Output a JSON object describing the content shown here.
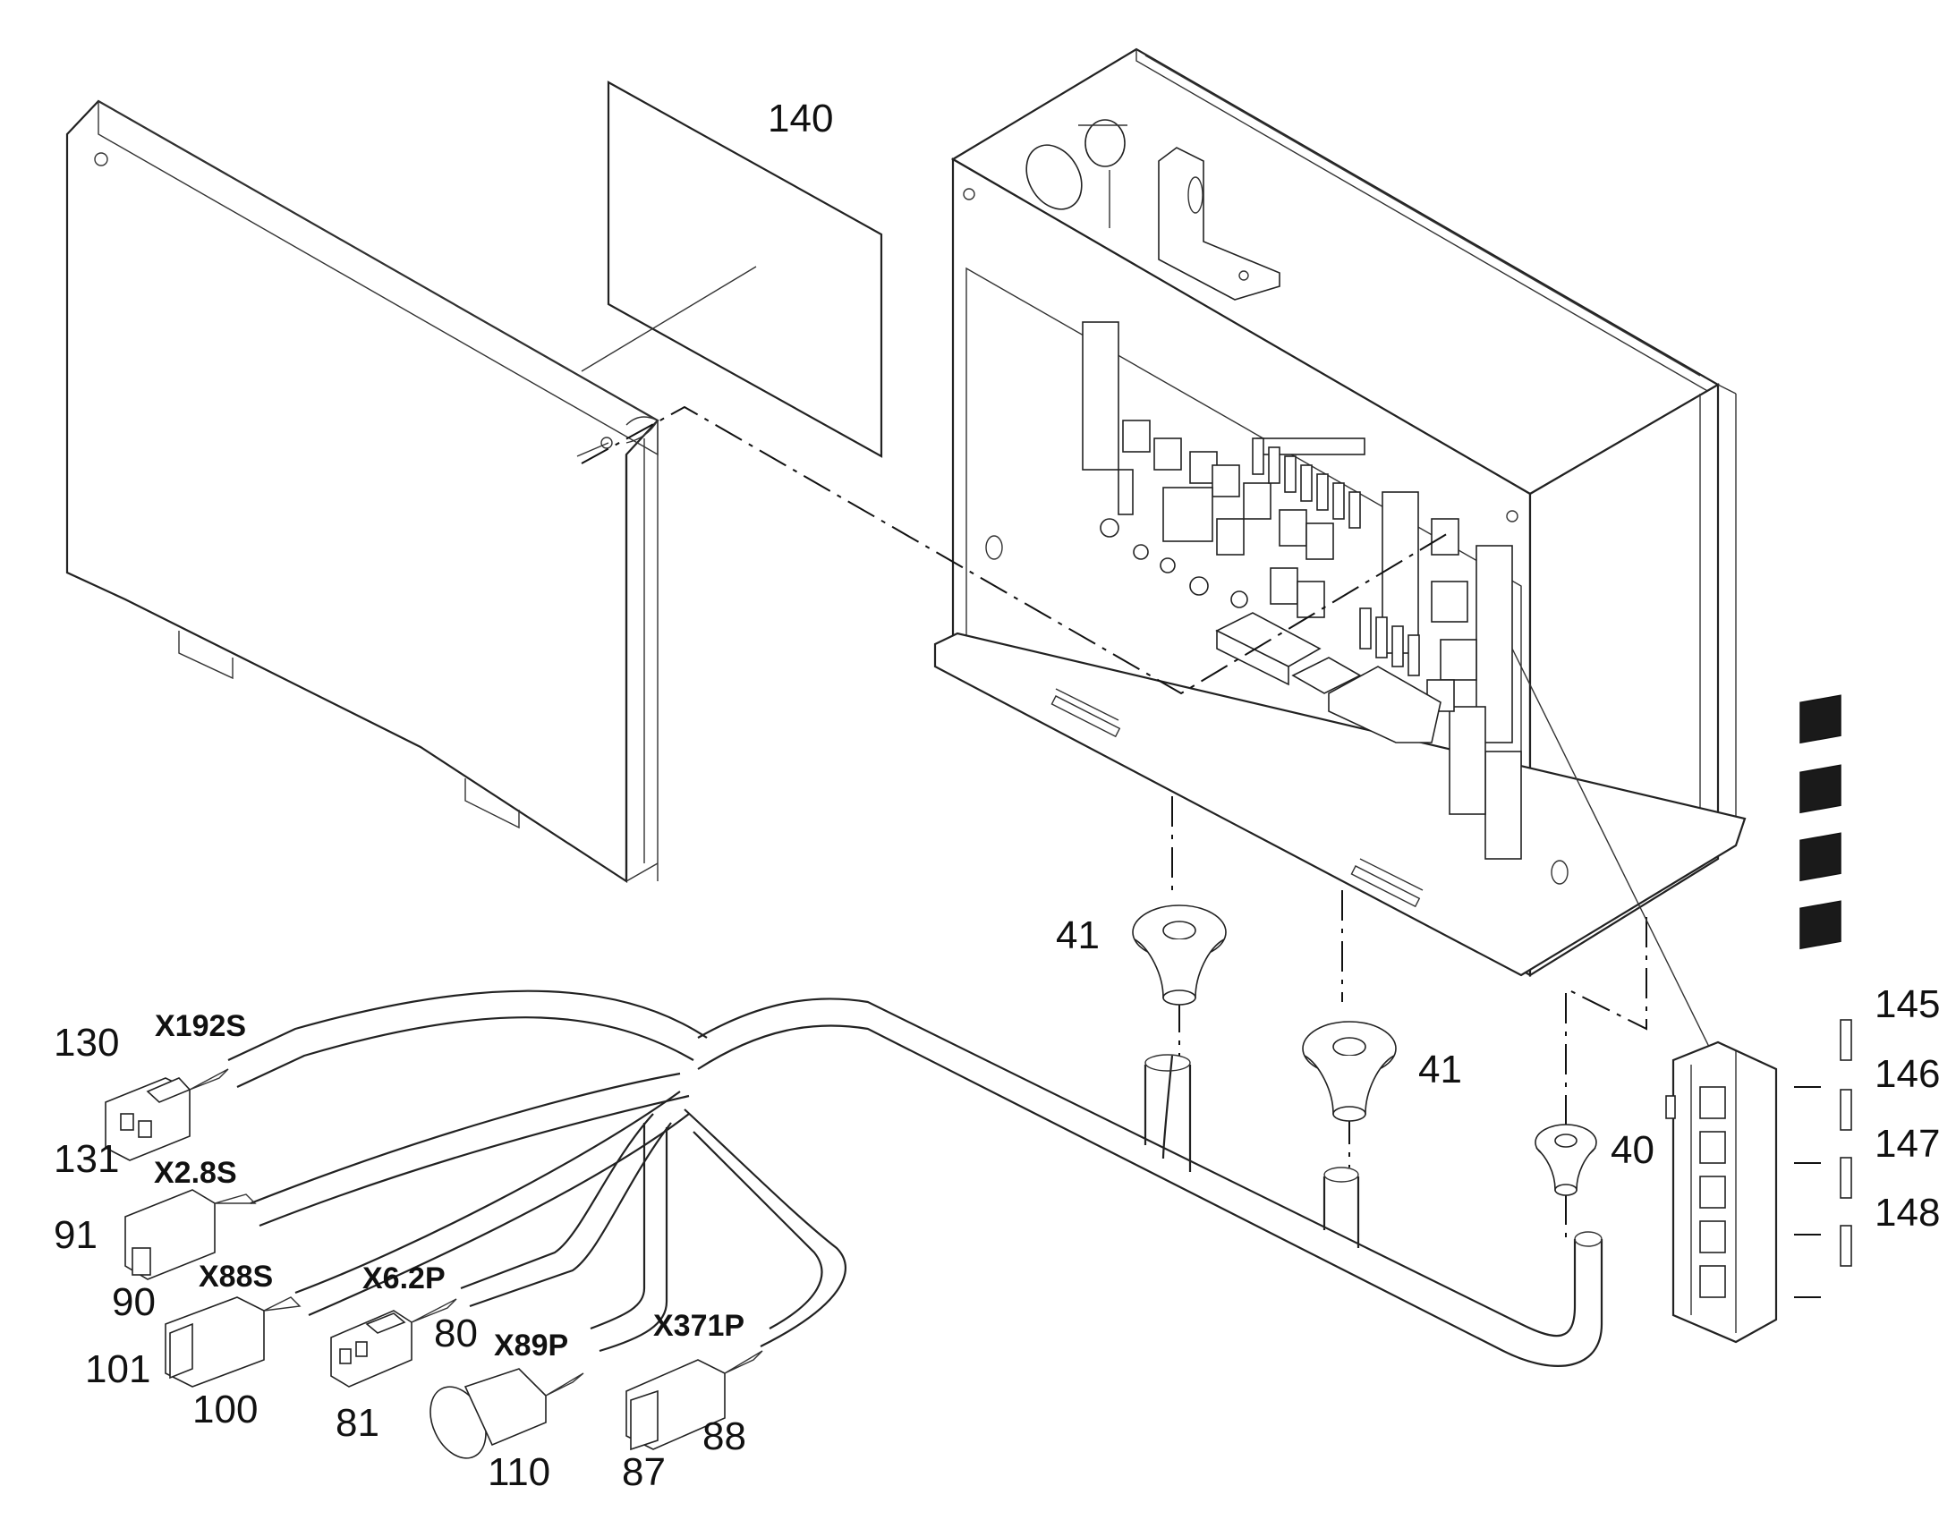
{
  "diagram": {
    "part_numbers": {
      "p140": "140",
      "p41a": "41",
      "p41b": "41",
      "p40": "40",
      "p145": "145",
      "p146": "146",
      "p147": "147",
      "p148": "148",
      "p130": "130",
      "p131": "131",
      "p91": "91",
      "p90": "90",
      "p101": "101",
      "p100": "100",
      "p81": "81",
      "p80": "80",
      "p110": "110",
      "p87": "87",
      "p88": "88"
    },
    "connector_labels": {
      "x192s": "X192S",
      "x28s": "X2.8S",
      "x88s": "X88S",
      "x62p": "X6.2P",
      "x89p": "X89P",
      "x371p": "X371P"
    }
  },
  "colors": {
    "line": "#222222",
    "background": "#ffffff",
    "fuse_fill": "#1a1a1a"
  }
}
